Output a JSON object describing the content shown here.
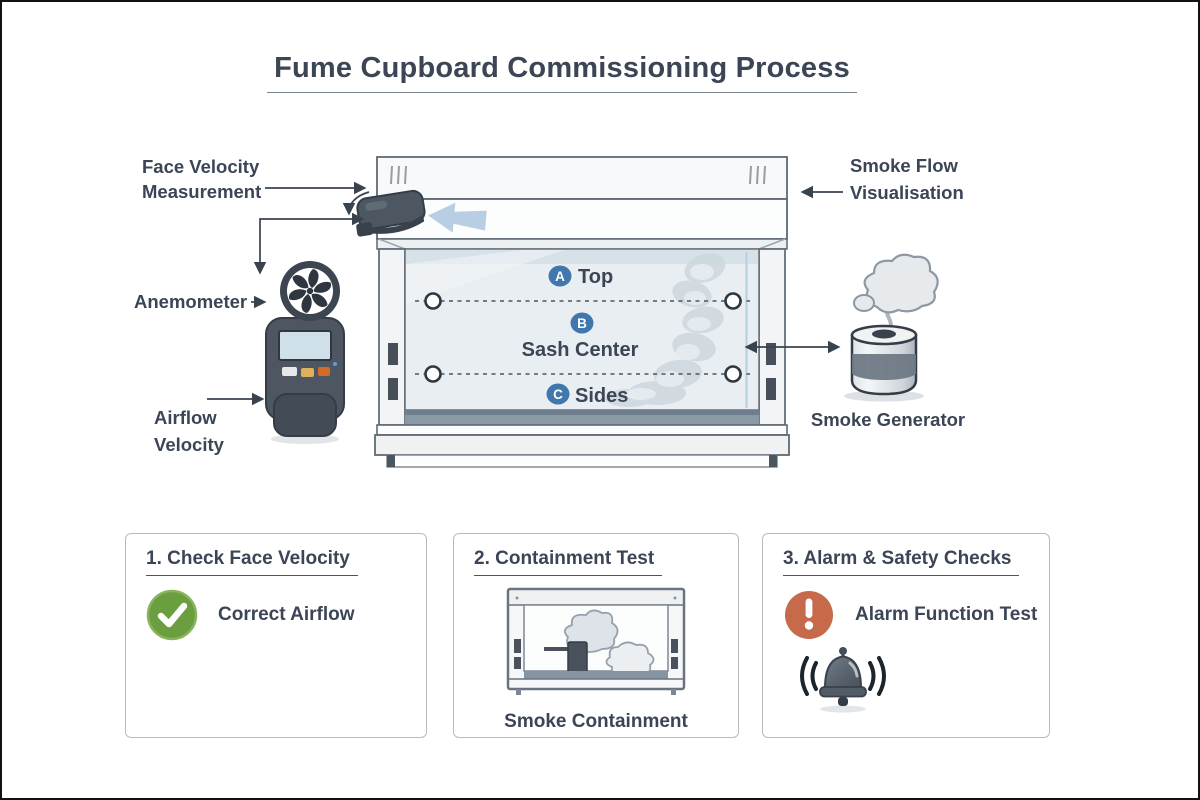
{
  "title": "Fume Cupboard Commissioning Process",
  "diagram": {
    "left_labels": {
      "face_velocity_line1": "Face Velocity",
      "face_velocity_line2": "Measurement",
      "anemometer": "Anemometer",
      "airflow_line1": "Airflow",
      "airflow_line2": "Velocity"
    },
    "right_labels": {
      "smoke_flow_line1": "Smoke Flow",
      "smoke_flow_line2": "Visualisation",
      "smoke_generator": "Smoke Generator"
    },
    "measurement_points": [
      {
        "badge": "A",
        "label": "Top"
      },
      {
        "badge": "B",
        "label": "Sash Center"
      },
      {
        "badge": "C",
        "label": "Sides"
      }
    ]
  },
  "cards": [
    {
      "heading": "1. Check Face Velocity",
      "item": "Correct Airflow",
      "icon": "check-circle"
    },
    {
      "heading": "2. Containment Test",
      "caption": "Smoke Containment",
      "icon": "mini-fume-cupboard"
    },
    {
      "heading": "3. Alarm & Safety Checks",
      "item": "Alarm Function Test",
      "icon": "alert-circle",
      "secondary_icon": "alarm-bell"
    }
  ],
  "colors": {
    "ink_text": "#3b4555",
    "line_arrow": "#39434e",
    "outline": "#5f6973",
    "badge_blue": "#4077ad",
    "check_green": "#6b9e3e",
    "alert_orange": "#c7694b",
    "airflow_blue": "#b7cee3",
    "glass": "#e9eef2",
    "worktop": "#8a99a6",
    "smoke": "#d3dce2"
  }
}
